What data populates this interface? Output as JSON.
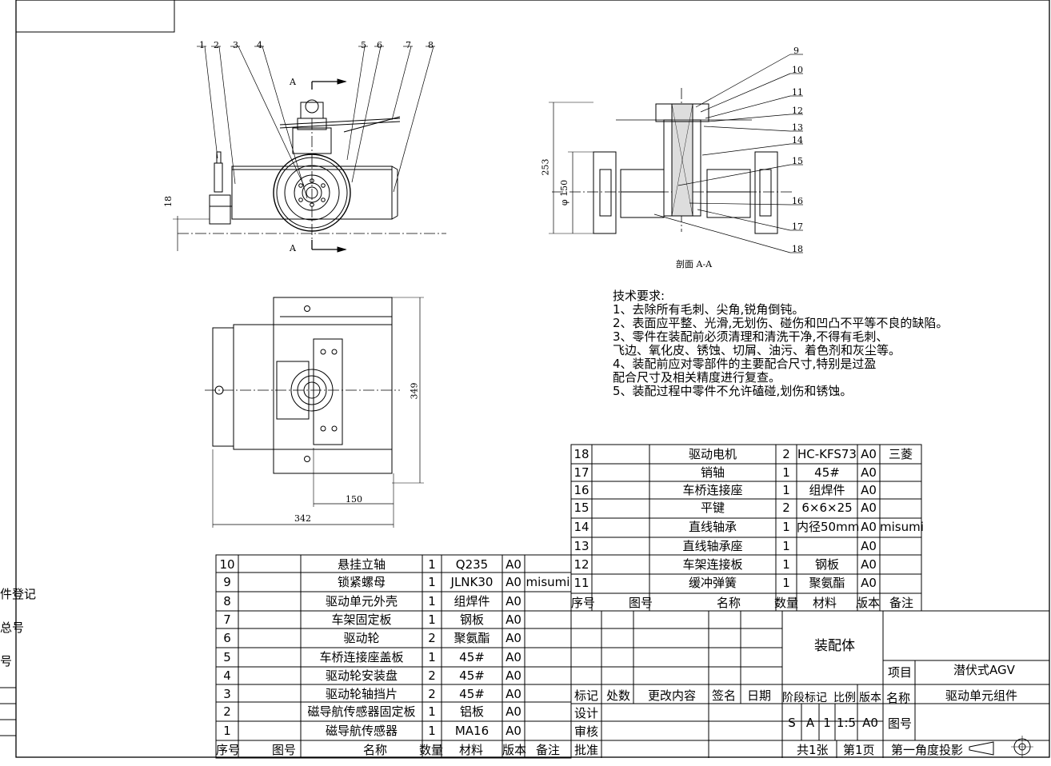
{
  "drawing": {
    "section_label": "剖面 A-A",
    "cut_mark": "A",
    "balloons_front": [
      "1",
      "2",
      "3",
      "4",
      "5",
      "6",
      "7",
      "8"
    ],
    "balloons_section": [
      "9",
      "10",
      "11",
      "12",
      "13",
      "14",
      "15",
      "16",
      "17",
      "18"
    ],
    "dims": {
      "height_18": "18",
      "height_253": "253",
      "dia_150": "φ 150",
      "height_349": "349",
      "width_150": "150",
      "width_342": "342"
    }
  },
  "tech": {
    "title": "技术要求:",
    "lines": [
      "1、去除所有毛刺、尖角,锐角倒钝。",
      "2、表面应平整、光滑,无划伤、碰伤和凹凸不平等不良的缺陷。",
      "3、零件在装配前必须清理和清洗干净,不得有毛刺、",
      "飞边、氧化皮、锈蚀、切屑、油污、着色剂和灰尘等。",
      "4、装配前应对零部件的主要配合尺寸,特别是过盈",
      "配合尺寸及相关精度进行复查。",
      "5、装配过程中零件不允许磕碰,划伤和锈蚀。"
    ]
  },
  "bom_right": {
    "rows": [
      {
        "no": "18",
        "name": "驱动电机",
        "qty": "2",
        "mat": "HC-KFS73",
        "ver": "A0",
        "note": "三菱"
      },
      {
        "no": "17",
        "name": "销轴",
        "qty": "1",
        "mat": "45#",
        "ver": "A0",
        "note": ""
      },
      {
        "no": "16",
        "name": "车桥连接座",
        "qty": "1",
        "mat": "组焊件",
        "ver": "A0",
        "note": ""
      },
      {
        "no": "15",
        "name": "平键",
        "qty": "2",
        "mat": "6×6×25",
        "ver": "A0",
        "note": ""
      },
      {
        "no": "14",
        "name": "直线轴承",
        "qty": "1",
        "mat": "内径50mm",
        "ver": "A0",
        "note": "misumi"
      },
      {
        "no": "13",
        "name": "直线轴承座",
        "qty": "1",
        "mat": "",
        "ver": "A0",
        "note": ""
      },
      {
        "no": "12",
        "name": "车架连接板",
        "qty": "1",
        "mat": "钢板",
        "ver": "A0",
        "note": ""
      },
      {
        "no": "11",
        "name": "缓冲弹簧",
        "qty": "1",
        "mat": "聚氨酯",
        "ver": "A0",
        "note": ""
      }
    ],
    "header": {
      "no": "序号",
      "code": "图号",
      "name": "名称",
      "qty": "数量",
      "mat": "材料",
      "ver": "版本",
      "note": "备注"
    }
  },
  "bom_left": {
    "rows": [
      {
        "no": "10",
        "name": "悬挂立轴",
        "qty": "1",
        "mat": "Q235",
        "ver": "A0",
        "note": ""
      },
      {
        "no": "9",
        "name": "锁紧螺母",
        "qty": "1",
        "mat": "JLNK30",
        "ver": "A0",
        "note": "misumi"
      },
      {
        "no": "8",
        "name": "驱动单元外壳",
        "qty": "1",
        "mat": "组焊件",
        "ver": "A0",
        "note": ""
      },
      {
        "no": "7",
        "name": "车架固定板",
        "qty": "1",
        "mat": "钢板",
        "ver": "A0",
        "note": ""
      },
      {
        "no": "6",
        "name": "驱动轮",
        "qty": "2",
        "mat": "聚氨酯",
        "ver": "A0",
        "note": ""
      },
      {
        "no": "5",
        "name": "车桥连接座盖板",
        "qty": "1",
        "mat": "45#",
        "ver": "A0",
        "note": ""
      },
      {
        "no": "4",
        "name": "驱动轮安装盘",
        "qty": "2",
        "mat": "45#",
        "ver": "A0",
        "note": ""
      },
      {
        "no": "3",
        "name": "驱动轮轴挡片",
        "qty": "2",
        "mat": "45#",
        "ver": "A0",
        "note": ""
      },
      {
        "no": "2",
        "name": "磁导航传感器固定板",
        "qty": "1",
        "mat": "铝板",
        "ver": "A0",
        "note": ""
      },
      {
        "no": "1",
        "name": "磁导航传感器",
        "qty": "1",
        "mat": "MA16",
        "ver": "A0",
        "note": ""
      }
    ],
    "header": {
      "no": "序号",
      "code": "图号",
      "name": "名称",
      "qty": "数量",
      "mat": "材料",
      "ver": "版本",
      "note": "备注"
    }
  },
  "title_block": {
    "assembly": "装配体",
    "project_label": "项目",
    "project_value": "潜伏式AGV",
    "name_label": "名称",
    "name_value": "驱动单元组件",
    "drawing_no_label": "图号",
    "rev_headers": [
      "标记",
      "处数",
      "更改内容",
      "签名",
      "日期"
    ],
    "roles": [
      "设计",
      "审核",
      "批准"
    ],
    "stage_headers": [
      "阶段标记",
      "比例",
      "版本"
    ],
    "stage_values": [
      "S",
      "A",
      "1",
      "1:5",
      "A0"
    ],
    "sheets_total": "共1张",
    "sheet_no": "第1页",
    "projection": "第一角度投影"
  },
  "left_margin": {
    "labels": [
      "件登记",
      "总号",
      "号"
    ]
  }
}
